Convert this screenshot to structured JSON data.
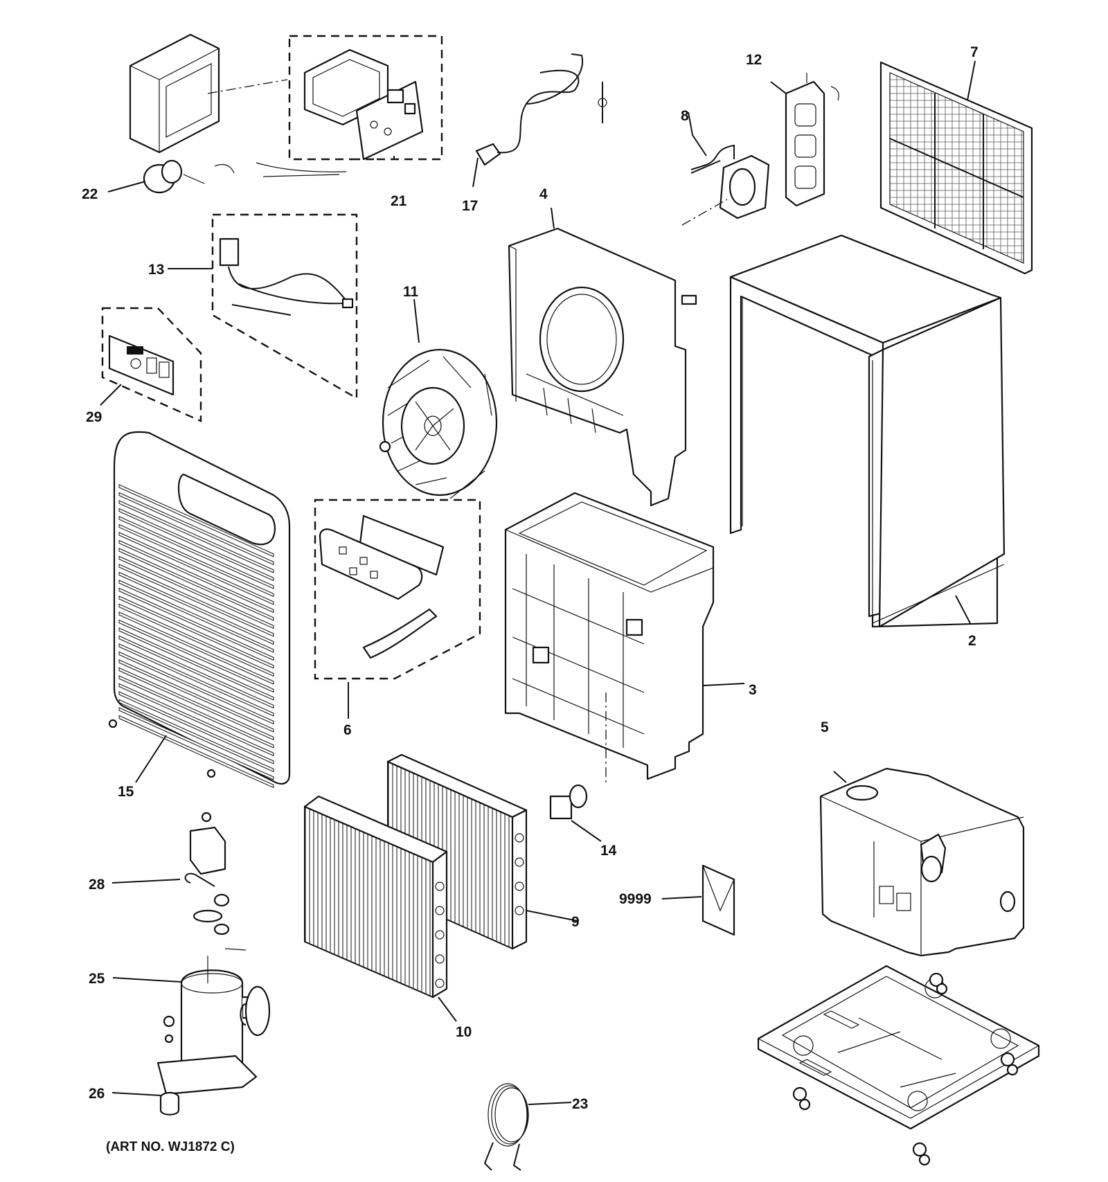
{
  "callouts": {
    "c2": "2",
    "c3": "3",
    "c4": "4",
    "c5": "5",
    "c6": "6",
    "c7": "7",
    "c8": "8",
    "c9": "9",
    "c10": "10",
    "c11": "11",
    "c12": "12",
    "c13": "13",
    "c14": "14",
    "c15": "15",
    "c17": "17",
    "c21": "21",
    "c22": "22",
    "c23": "23",
    "c25": "25",
    "c26": "26",
    "c28": "28",
    "c29": "29",
    "c9999": "9999"
  },
  "art_number": "(ART NO. WJ1872 C)"
}
